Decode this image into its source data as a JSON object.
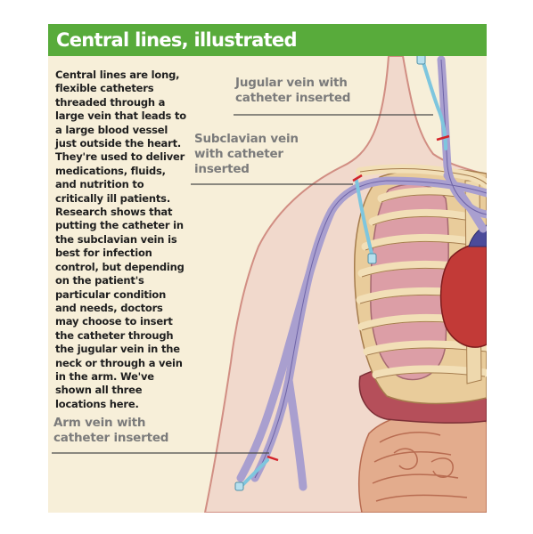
{
  "header": {
    "title": "Central lines, illustrated"
  },
  "body_text": "Central lines are long, flexible catheters threaded through a large vein that leads to a large blood vessel just outside the heart. They're used to deliver medications, fluids, and nutrition to critically ill patients. Research shows that putting the catheter in the subclavian vein is best for infection control, but depending on the patient's particular condition and needs, doctors may choose to insert the catheter through the jugular vein in the neck or through a vein in the arm. We've shown all three locations here.",
  "callouts": {
    "jugular": {
      "line1": "Jugular vein with",
      "line2": "catheter inserted"
    },
    "subclavian": {
      "line1": "Subclavian vein",
      "line2": "with catheter",
      "line3": "inserted"
    },
    "arm": {
      "line1": "Arm vein with",
      "line2": "catheter inserted"
    }
  },
  "colors": {
    "header_green": "#58ab3b",
    "background_cream": "#f7efd9",
    "skin": "#f1d9cc",
    "vein": "#a99fcf",
    "catheter": "#7ec6de",
    "ribs": "#f2dfb7",
    "lung": "#dc9ea6",
    "heart": "#c23a37",
    "intestine": "#e3ac8d",
    "insertion_mark": "#d3232a",
    "callout_text": "#7b7b7b"
  }
}
